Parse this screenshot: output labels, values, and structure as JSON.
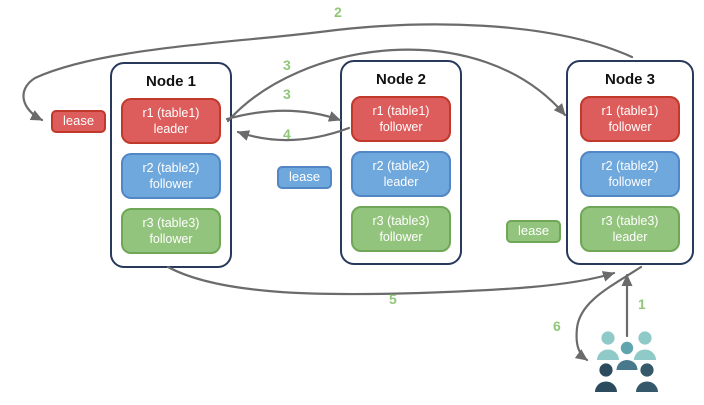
{
  "nodes": [
    {
      "title": "Node 1",
      "replicas": [
        {
          "name": "r1 (table1)",
          "role": "leader",
          "color": "red"
        },
        {
          "name": "r2 (table2)",
          "role": "follower",
          "color": "blue"
        },
        {
          "name": "r3 (table3)",
          "role": "follower",
          "color": "green"
        }
      ]
    },
    {
      "title": "Node 2",
      "replicas": [
        {
          "name": "r1 (table1)",
          "role": "follower",
          "color": "red"
        },
        {
          "name": "r2 (table2)",
          "role": "leader",
          "color": "blue"
        },
        {
          "name": "r3 (table3)",
          "role": "follower",
          "color": "green"
        }
      ]
    },
    {
      "title": "Node 3",
      "replicas": [
        {
          "name": "r1 (table1)",
          "role": "follower",
          "color": "red"
        },
        {
          "name": "r2 (table2)",
          "role": "follower",
          "color": "blue"
        },
        {
          "name": "r3 (table3)",
          "role": "leader",
          "color": "green"
        }
      ]
    }
  ],
  "leases": {
    "red": "lease",
    "blue": "lease",
    "green": "lease"
  },
  "steps": {
    "s1": "1",
    "s2": "2",
    "s3a": "3",
    "s3b": "3",
    "s4": "4",
    "s5": "5",
    "s6": "6"
  },
  "icons": {
    "users": "users-group-icon"
  },
  "colors": {
    "replica_red_fill": "#dd5c5c",
    "replica_red_border": "#c0392b",
    "replica_blue_fill": "#6fa8dc",
    "replica_blue_border": "#5286c5",
    "replica_green_fill": "#93c47d",
    "replica_green_border": "#6fa757",
    "node_border": "#28395c",
    "arrow": "#6b6b6b",
    "step_label": "#90c779",
    "users_light_teal": "#8fc9c8",
    "users_medium_teal": "#5ea5ad",
    "users_medium_body": "#47788c",
    "users_dark_slate": "#2c4b5e"
  }
}
